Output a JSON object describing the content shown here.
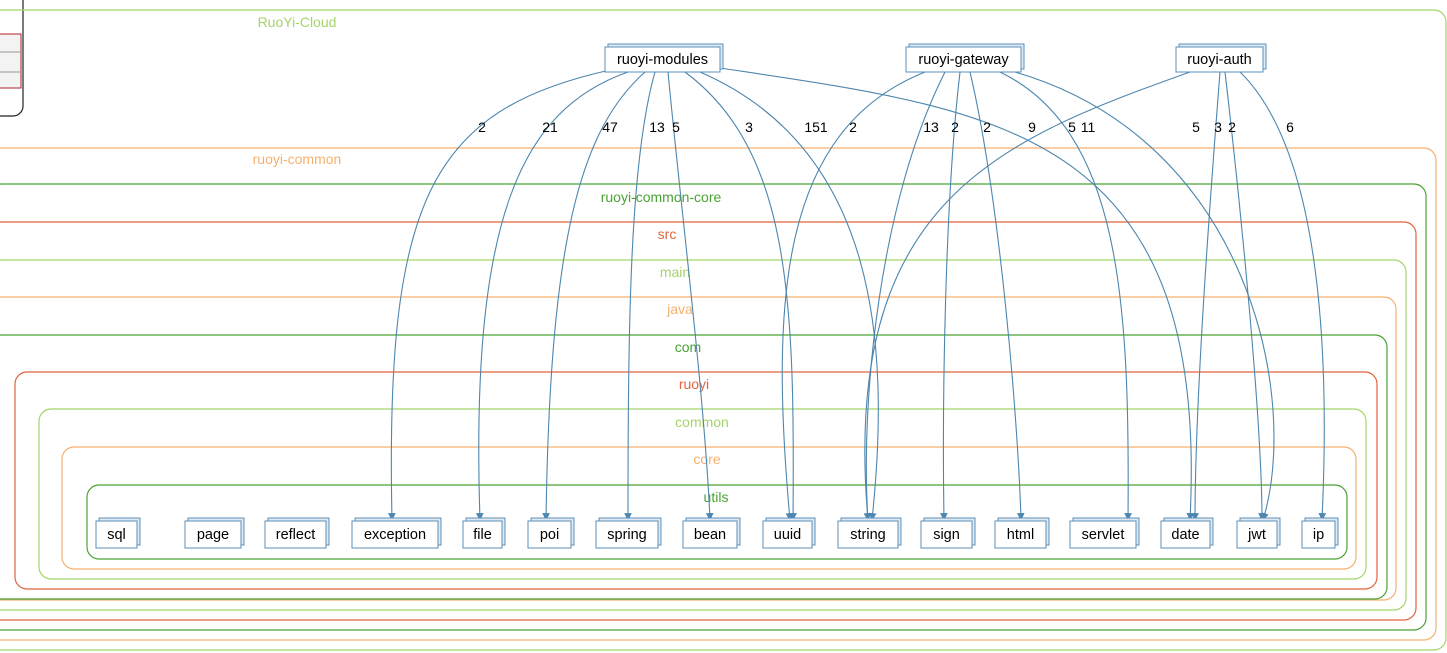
{
  "colors": {
    "light_green": "#a5d46a",
    "orange": "#f5b06e",
    "dark_green": "#4aa234",
    "red": "#e0643c",
    "edge": "#4d86ae",
    "node_border": "#5b8fb8"
  },
  "containers": [
    {
      "id": "ruoyi-cloud",
      "label": "RuoYi-Cloud",
      "color": "light_green"
    },
    {
      "id": "ruoyi-common",
      "label": "ruoyi-common",
      "color": "orange"
    },
    {
      "id": "ruoyi-common-core",
      "label": "ruoyi-common-core",
      "color": "dark_green"
    },
    {
      "id": "src",
      "label": "src",
      "color": "red"
    },
    {
      "id": "main",
      "label": "main",
      "color": "light_green"
    },
    {
      "id": "java",
      "label": "java",
      "color": "orange"
    },
    {
      "id": "com",
      "label": "com",
      "color": "dark_green"
    },
    {
      "id": "ruoyi",
      "label": "ruoyi",
      "color": "red"
    },
    {
      "id": "common",
      "label": "common",
      "color": "light_green"
    },
    {
      "id": "core",
      "label": "core",
      "color": "orange"
    },
    {
      "id": "utils",
      "label": "utils",
      "color": "dark_green"
    }
  ],
  "sources": [
    {
      "id": "ruoyi-modules",
      "label": "ruoyi-modules"
    },
    {
      "id": "ruoyi-gateway",
      "label": "ruoyi-gateway"
    },
    {
      "id": "ruoyi-auth",
      "label": "ruoyi-auth"
    }
  ],
  "packages": [
    {
      "id": "sql",
      "label": "sql"
    },
    {
      "id": "page",
      "label": "page"
    },
    {
      "id": "reflect",
      "label": "reflect"
    },
    {
      "id": "exception",
      "label": "exception"
    },
    {
      "id": "file",
      "label": "file"
    },
    {
      "id": "poi",
      "label": "poi"
    },
    {
      "id": "spring",
      "label": "spring"
    },
    {
      "id": "bean",
      "label": "bean"
    },
    {
      "id": "uuid",
      "label": "uuid"
    },
    {
      "id": "string",
      "label": "string"
    },
    {
      "id": "sign",
      "label": "sign"
    },
    {
      "id": "html",
      "label": "html"
    },
    {
      "id": "servlet",
      "label": "servlet"
    },
    {
      "id": "date",
      "label": "date"
    },
    {
      "id": "jwt",
      "label": "jwt"
    },
    {
      "id": "ip",
      "label": "ip"
    }
  ],
  "edges": [
    {
      "from": "ruoyi-modules",
      "to": "exception",
      "label": "2"
    },
    {
      "from": "ruoyi-modules",
      "to": "file",
      "label": "21"
    },
    {
      "from": "ruoyi-modules",
      "to": "poi",
      "label": "47"
    },
    {
      "from": "ruoyi-modules",
      "to": "spring",
      "label": "13"
    },
    {
      "from": "ruoyi-modules",
      "to": "bean",
      "label": "5"
    },
    {
      "from": "ruoyi-modules",
      "to": "uuid",
      "label": "3"
    },
    {
      "from": "ruoyi-modules",
      "to": "string",
      "label": "151"
    },
    {
      "from": "ruoyi-modules",
      "to": "date",
      "label": "9"
    },
    {
      "from": "ruoyi-gateway",
      "to": "uuid",
      "label": "2"
    },
    {
      "from": "ruoyi-gateway",
      "to": "string",
      "label": "13"
    },
    {
      "from": "ruoyi-gateway",
      "to": "sign",
      "label": "2"
    },
    {
      "from": "ruoyi-gateway",
      "to": "html",
      "label": "2"
    },
    {
      "from": "ruoyi-gateway",
      "to": "servlet",
      "label": "11"
    },
    {
      "from": "ruoyi-gateway",
      "to": "jwt",
      "label": "5"
    },
    {
      "from": "ruoyi-auth",
      "to": "string",
      "label": "5"
    },
    {
      "from": "ruoyi-auth",
      "to": "date",
      "label": "3"
    },
    {
      "from": "ruoyi-auth",
      "to": "jwt",
      "label": "2"
    },
    {
      "from": "ruoyi-auth",
      "to": "ip",
      "label": "6"
    }
  ]
}
